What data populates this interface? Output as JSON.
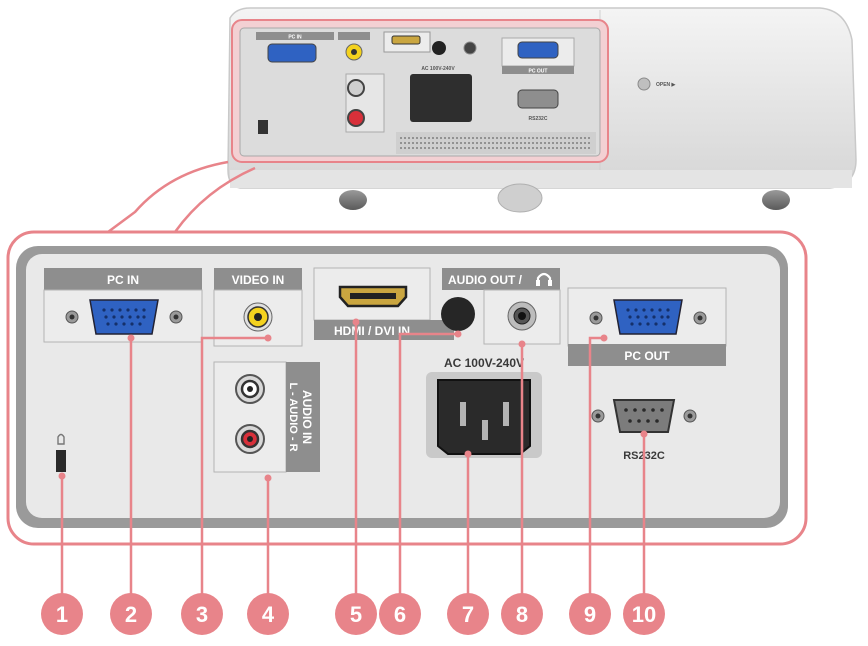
{
  "ports": {
    "pc_in": "PC IN",
    "video_in": "VIDEO IN",
    "hdmi": "HDMI / DVI IN",
    "audio_out": "AUDIO OUT /",
    "audio_in": "AUDIO IN",
    "audio_lr": "L - AUDIO - R",
    "ac": "AC 100V-240V",
    "pc_out": "PC OUT",
    "rs232c": "RS232C"
  },
  "top": {
    "open_label": "OPEN ▶"
  },
  "callouts": [
    "1",
    "2",
    "3",
    "4",
    "5",
    "6",
    "7",
    "8",
    "9",
    "10"
  ],
  "colors": {
    "accent": "#e8848a",
    "panel_outer": "#9a9a9a",
    "panel_inner": "#e9e9e9",
    "label_bar": "#8e8e8e",
    "vga_blue": "#2f62c2",
    "rca_yellow": "#f4d21e",
    "rca_red": "#d8303a"
  }
}
